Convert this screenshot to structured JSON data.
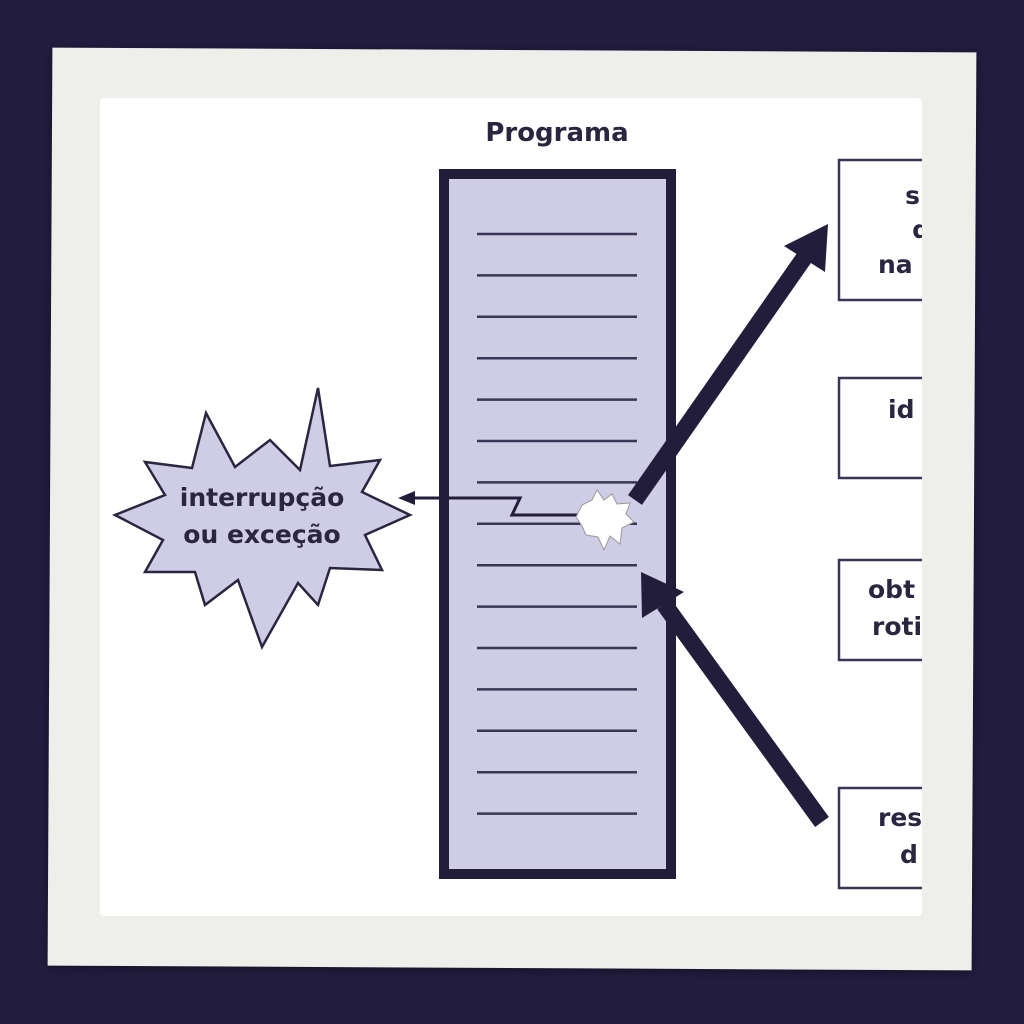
{
  "diagram": {
    "title": "Programa",
    "burst_label_line1": "interrupção",
    "burst_label_line2": "ou exceção",
    "boxes": [
      {
        "lines": [
          "s",
          "d",
          "na"
        ]
      },
      {
        "lines": [
          "id"
        ]
      },
      {
        "lines": [
          "obt",
          "roti"
        ]
      },
      {
        "lines": [
          "res",
          "d"
        ]
      }
    ]
  },
  "colors": {
    "background": "#221c3e",
    "program_fill": "#cfcce6",
    "ink": "#221d3b"
  }
}
